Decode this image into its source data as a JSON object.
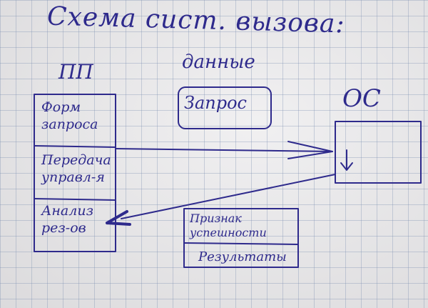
{
  "title": "Схема сист. вызова:",
  "pp_label": "ПП",
  "data_label": "данные",
  "request_label": "Запрос",
  "os_label": "ОС",
  "pp_cells": [
    {
      "line1": "Форм",
      "line2": "запроса"
    },
    {
      "line1": "Передача",
      "line2": "управл-я"
    },
    {
      "line1": "Анализ",
      "line2": "рез-ов"
    }
  ],
  "result_box": {
    "line1": "Признак",
    "line2": "успешности",
    "line3": "Результаты"
  },
  "ink_color": "#2e2a8c",
  "paper_color": "#e9e8ea"
}
